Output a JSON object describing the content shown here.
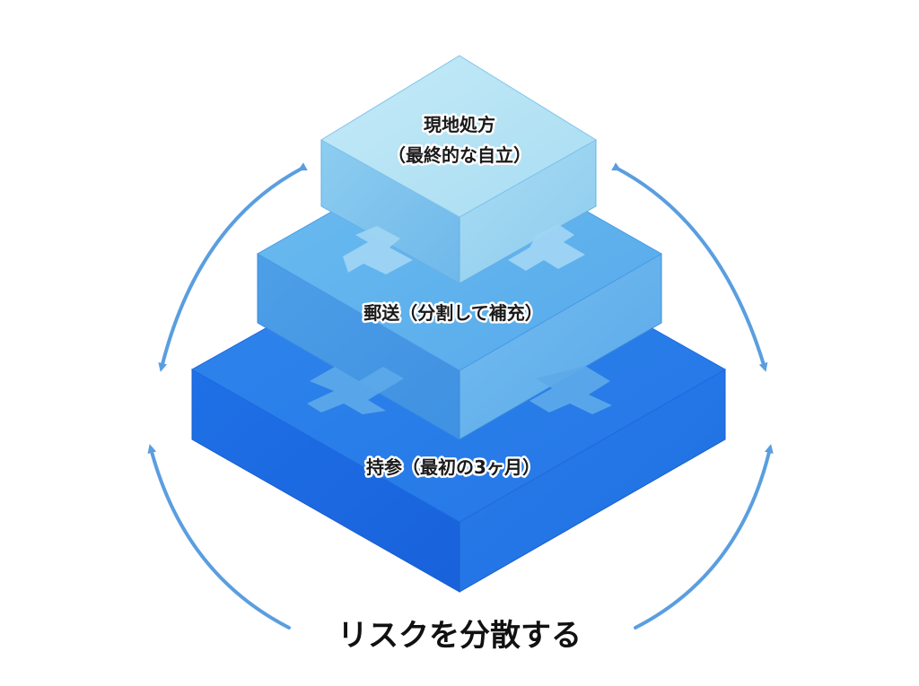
{
  "diagram": {
    "tiers": [
      {
        "id": "top",
        "label_line1": "現地処方",
        "label_line2": "（最終的な自立）"
      },
      {
        "id": "middle",
        "label": "郵送（分割して補充）"
      },
      {
        "id": "bottom",
        "label": "持参（最初の3ヶ月）"
      }
    ],
    "caption": "リスクを分散する",
    "colors": {
      "top_face": "#aee0f3",
      "top_front": "#7cc3ee",
      "middle_face": "#63b6ee",
      "middle_front": "#4aa0e6",
      "bottom_face": "#2b7fe8",
      "bottom_front": "#1f6de2",
      "arrow": "#5a9ee0"
    }
  }
}
